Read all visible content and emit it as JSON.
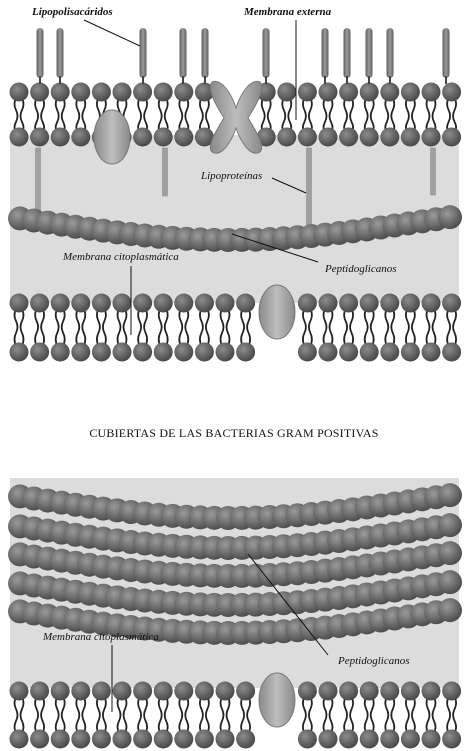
{
  "gram_negative": {
    "labels": {
      "lipopolysaccharides": "Lipopolisacáridos",
      "outer_membrane": "Membrana externa",
      "lipoproteins": "Lipoproteínas",
      "cytoplasmic_membrane": "Membrana citoplasmática",
      "peptidoglycans": "Peptidoglicanos"
    }
  },
  "gram_positive": {
    "heading": "CUBIERTAS DE LAS BACTERIAS GRAM POSITIVAS",
    "labels": {
      "cytoplasmic_membrane": "Membrana citoplasmática",
      "peptidoglycans": "Peptidoglicanos"
    }
  },
  "colors": {
    "background": "#ffffff",
    "periplasm": "#dcdcdc",
    "lipid_head": "#6e6e6e",
    "peptidoglycan_bead": "#6a6a6a",
    "protein": "#a8a8a8",
    "lipopolysaccharide": "#7a7a7a",
    "lipoprotein": "#a0a0a0",
    "text": "#111111"
  }
}
